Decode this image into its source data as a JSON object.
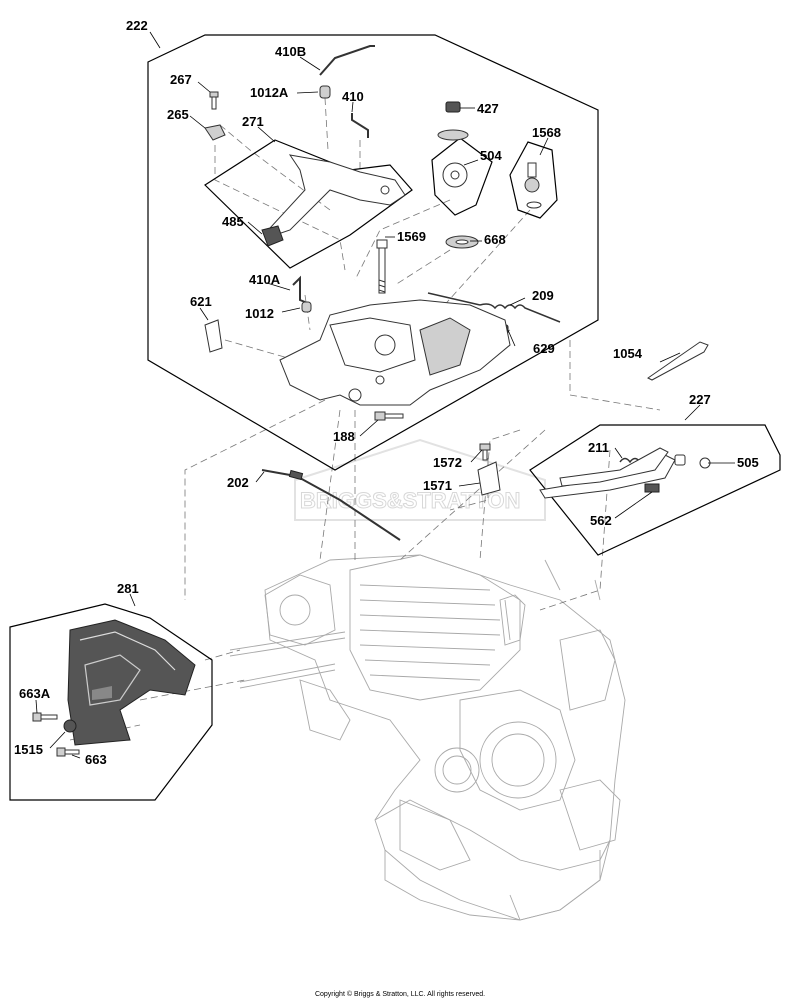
{
  "copyright": "Copyright © Briggs & Stratton, LLC. All rights reserved.",
  "watermark": "BRIGGS&STRATTON",
  "callouts": {
    "c222": "222",
    "c410B": "410B",
    "c267": "267",
    "c1012A": "1012A",
    "c410": "410",
    "c427": "427",
    "c265": "265",
    "c271": "271",
    "c1568": "1568",
    "c504": "504",
    "c485": "485",
    "c1569": "1569",
    "c668": "668",
    "c410A": "410A",
    "c209": "209",
    "c621": "621",
    "c1012": "1012",
    "c629": "629",
    "c1054": "1054",
    "c227": "227",
    "c188": "188",
    "c211": "211",
    "c505": "505",
    "c1572": "1572",
    "c202": "202",
    "c1571": "1571",
    "c562": "562",
    "c281": "281",
    "c663A": "663A",
    "c1515": "1515",
    "c663": "663"
  }
}
